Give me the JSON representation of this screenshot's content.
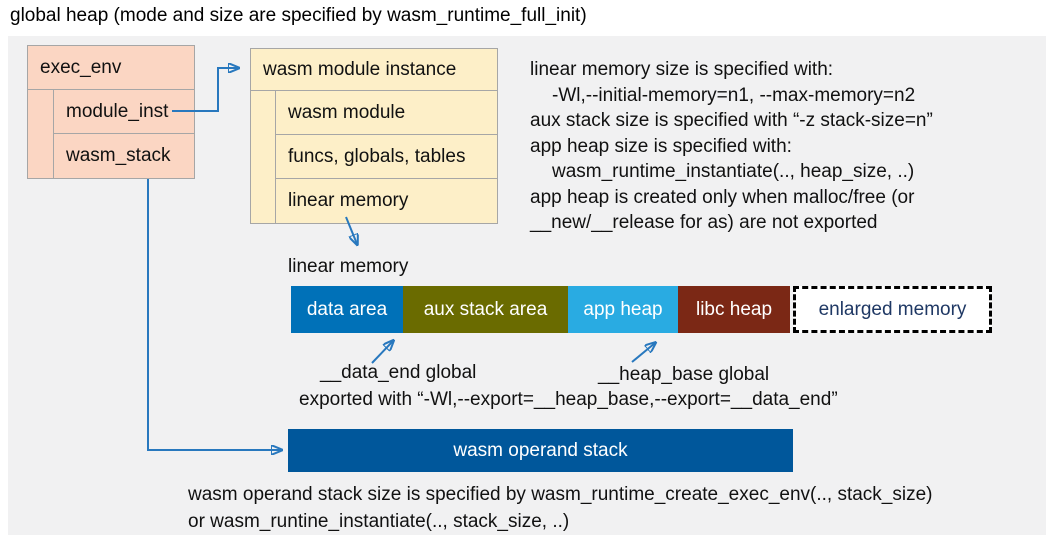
{
  "title": "global heap (mode and size are specified by wasm_runtime_full_init)",
  "exec_env": {
    "header": "exec_env",
    "rows": [
      "module_inst",
      "wasm_stack"
    ]
  },
  "module_instance": {
    "header": "wasm module instance",
    "rows": [
      "wasm module",
      "funcs, globals, tables",
      "linear memory"
    ]
  },
  "notes_right": {
    "lines": [
      "linear memory size is specified with:",
      "-Wl,--initial-memory=n1, --max-memory=n2",
      "aux stack size is specified with “-z stack-size=n”",
      "app heap size is specified with:",
      "wasm_runtime_instantiate(.., heap_size, ..)",
      "app heap is created only when malloc/free (or",
      "__new/__release for as) are not exported"
    ]
  },
  "linear_memory": {
    "label": "linear memory",
    "segments": [
      {
        "label": "data area",
        "color": "#0071b8",
        "text_color": "#ffffff"
      },
      {
        "label": "aux stack area",
        "color": "#6a6b00",
        "text_color": "#ffffff"
      },
      {
        "label": "app heap",
        "color": "#29abe2",
        "text_color": "#ffffff"
      },
      {
        "label": "libc heap",
        "color": "#7b2815",
        "text_color": "#ffffff"
      },
      {
        "label": "enlarged memory",
        "color": "#ffffff",
        "text_color": "#1f3864",
        "dashed_border": true
      }
    ],
    "data_end_label": "__data_end global",
    "heap_base_label": "__heap_base global",
    "export_note": "exported with “-Wl,--export=__heap_base,--export=__data_end”"
  },
  "operand_stack": {
    "bar_label": "wasm operand stack",
    "note_lines": [
      "wasm operand stack size is specified by wasm_runtime_create_exec_env(.., stack_size)",
      "or wasm_runtine_instantiate(.., stack_size, ..)"
    ]
  },
  "colors": {
    "panel_background": "#f1f1f2",
    "struct_box_pink": "#fbd6c3",
    "struct_box_cream": "#fdefc8",
    "box_border": "#a6a6a6",
    "operand_stack_bar": "#00579b",
    "arrow": "#2878be",
    "enlarged_memory_text": "#1f3864"
  }
}
